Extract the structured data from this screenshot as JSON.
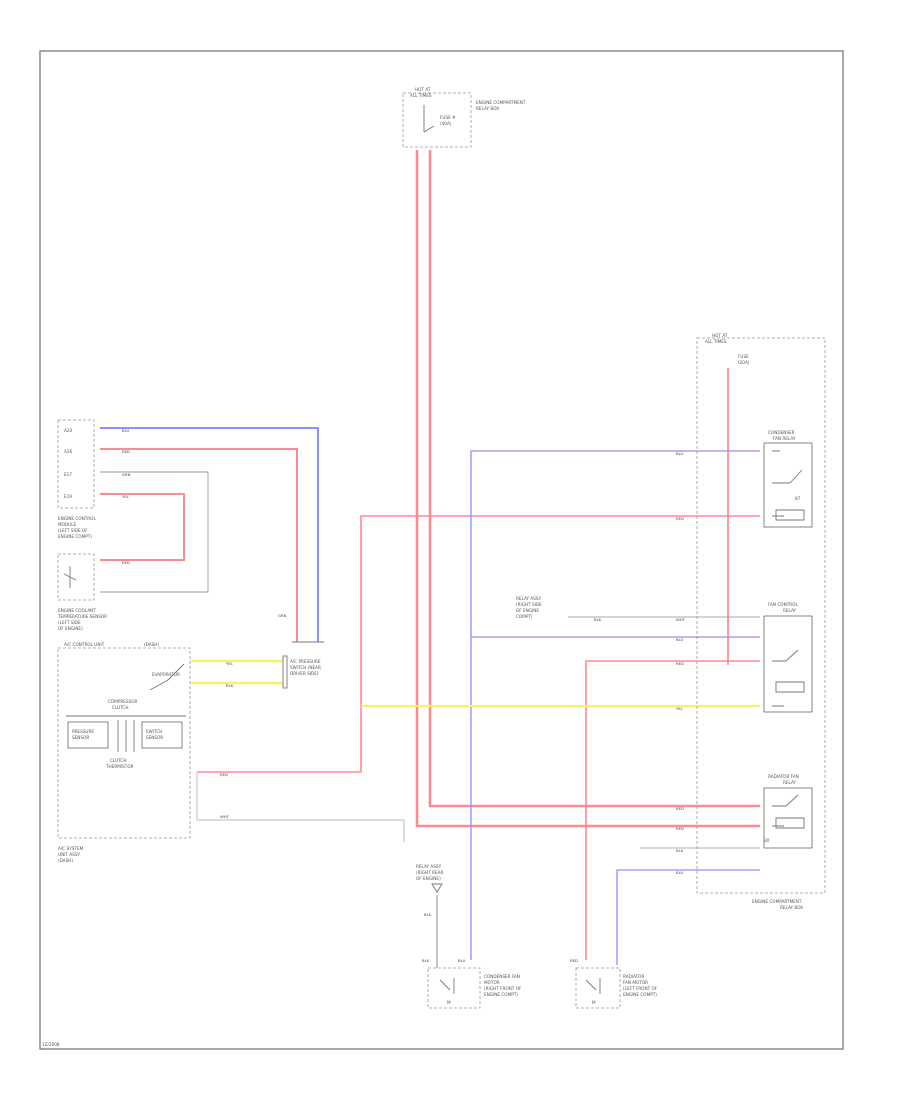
{
  "diagram": {
    "footer_code": "1Z/2008",
    "colors": {
      "red": "#ff8a94",
      "red_dark": "#ff6f7d",
      "blue": "#8f8fff",
      "yellow": "#f7f26a",
      "gray": "#b8b8b8",
      "outline": "#7a7a7a"
    },
    "components": {
      "relay_box_top": {
        "name_line1": "ENGINE COMPARTMENT",
        "name_line2": "RELAY BOX",
        "header1": "HOT AT",
        "header2": "ALL TIMES",
        "fuse1": "FUSE #",
        "fuse2": "(40A)"
      },
      "relay_box_right": {
        "name_line1": "ENGINE COMPARTMENT",
        "name_line2": "RELAY BOX",
        "header1": "HOT AT",
        "header2": "ALL TIMES",
        "fuse1": "FUSE",
        "fuse2": "(20A)",
        "relay1_line1": "CONDENSER",
        "relay1_line2": "FAN RELAY",
        "relay2_line1": "FAN CONTROL",
        "relay2_line2": "RELAY",
        "relay3_line1": "RADIATOR FAN",
        "relay3_line2": "RELAY",
        "relay1_pin": "87",
        "relay3_pin": "30"
      },
      "ecm": {
        "line1": "ENGINE CONTROL",
        "line2": "MODULE",
        "line3": "(LEFT SIDE OF",
        "line4": "ENGINE COMPT)",
        "pin1": "A20",
        "pin2": "A26",
        "pin3": "E17",
        "pin4": "E19"
      },
      "temp_sensor": {
        "line1": "ENGINE COOLANT",
        "line2": "TEMPERATURE SENSOR",
        "line3": "(LEFT SIDE",
        "line4": "OF ENGINE)"
      },
      "ac_unit": {
        "line1": "A/C CONTROL UNIT",
        "line2": "(DASH)",
        "switch_label": "EVAPORATOR",
        "sub1": "SENSOR",
        "sub2": "SENSOR",
        "center1": "COMPRESSOR",
        "center2": "CLUTCH",
        "bottom1": "CLUTCH",
        "bottom2": "THERMISTOR",
        "label1": "PRESSURE",
        "label2": "SWITCH",
        "unit_line1": "A/C SYSTEM",
        "unit_line2": "UNIT ASSY",
        "unit_line3": "(DASH)"
      },
      "connector_mid": {
        "line1": "A/C PRESSURE",
        "line2": "SWITCH (NEAR",
        "line3": "DRIVER SIDE)"
      },
      "splice_label": {
        "line1": "RELAY ASSY",
        "line2": "(RIGHT SIDE",
        "line3": "OF ENGINE",
        "line4": "COMPT)"
      },
      "relay_assy_label": {
        "line1": "RELAY ASSY",
        "line2": "(RIGHT REAR",
        "line3": "OF ENGINE)"
      },
      "condenser_fan_motor": {
        "line1": "CONDENSER FAN",
        "line2": "MOTOR",
        "line3": "(RIGHT FRONT OF",
        "line4": "ENGINE COMPT)",
        "m": "M"
      },
      "radiator_fan_motor": {
        "line1": "RADIATOR",
        "line2": "FAN MOTOR",
        "line3": "(LEFT FRONT OF",
        "line4": "ENGINE COMPT)",
        "m": "M"
      }
    },
    "wire_labels": {
      "blu_ecm": "BLU",
      "red_ecm": "RED",
      "grn_ecm": "GRN",
      "yel_ecm": "YEL",
      "red_sensor": "RED",
      "blu_right1": "BLU",
      "red_right1": "RED",
      "blu_right2": "BLU",
      "red_right2": "RED",
      "wht_fan": "WHT",
      "yel_right": "YEL",
      "red_right3": "RED",
      "red_right4": "RED",
      "blk_right": "BLK",
      "blu_right3": "BLU",
      "yel_ac1": "YEL",
      "blk_ac": "BLK",
      "red_ac": "RED",
      "wht_ac": "WHT",
      "blk_mid": "BLK",
      "grn_mid": "GRN",
      "blk_motor": "BLK",
      "blu_motor": "BLU",
      "red_motor": "RED",
      "blk_motor2": "BLK"
    }
  }
}
